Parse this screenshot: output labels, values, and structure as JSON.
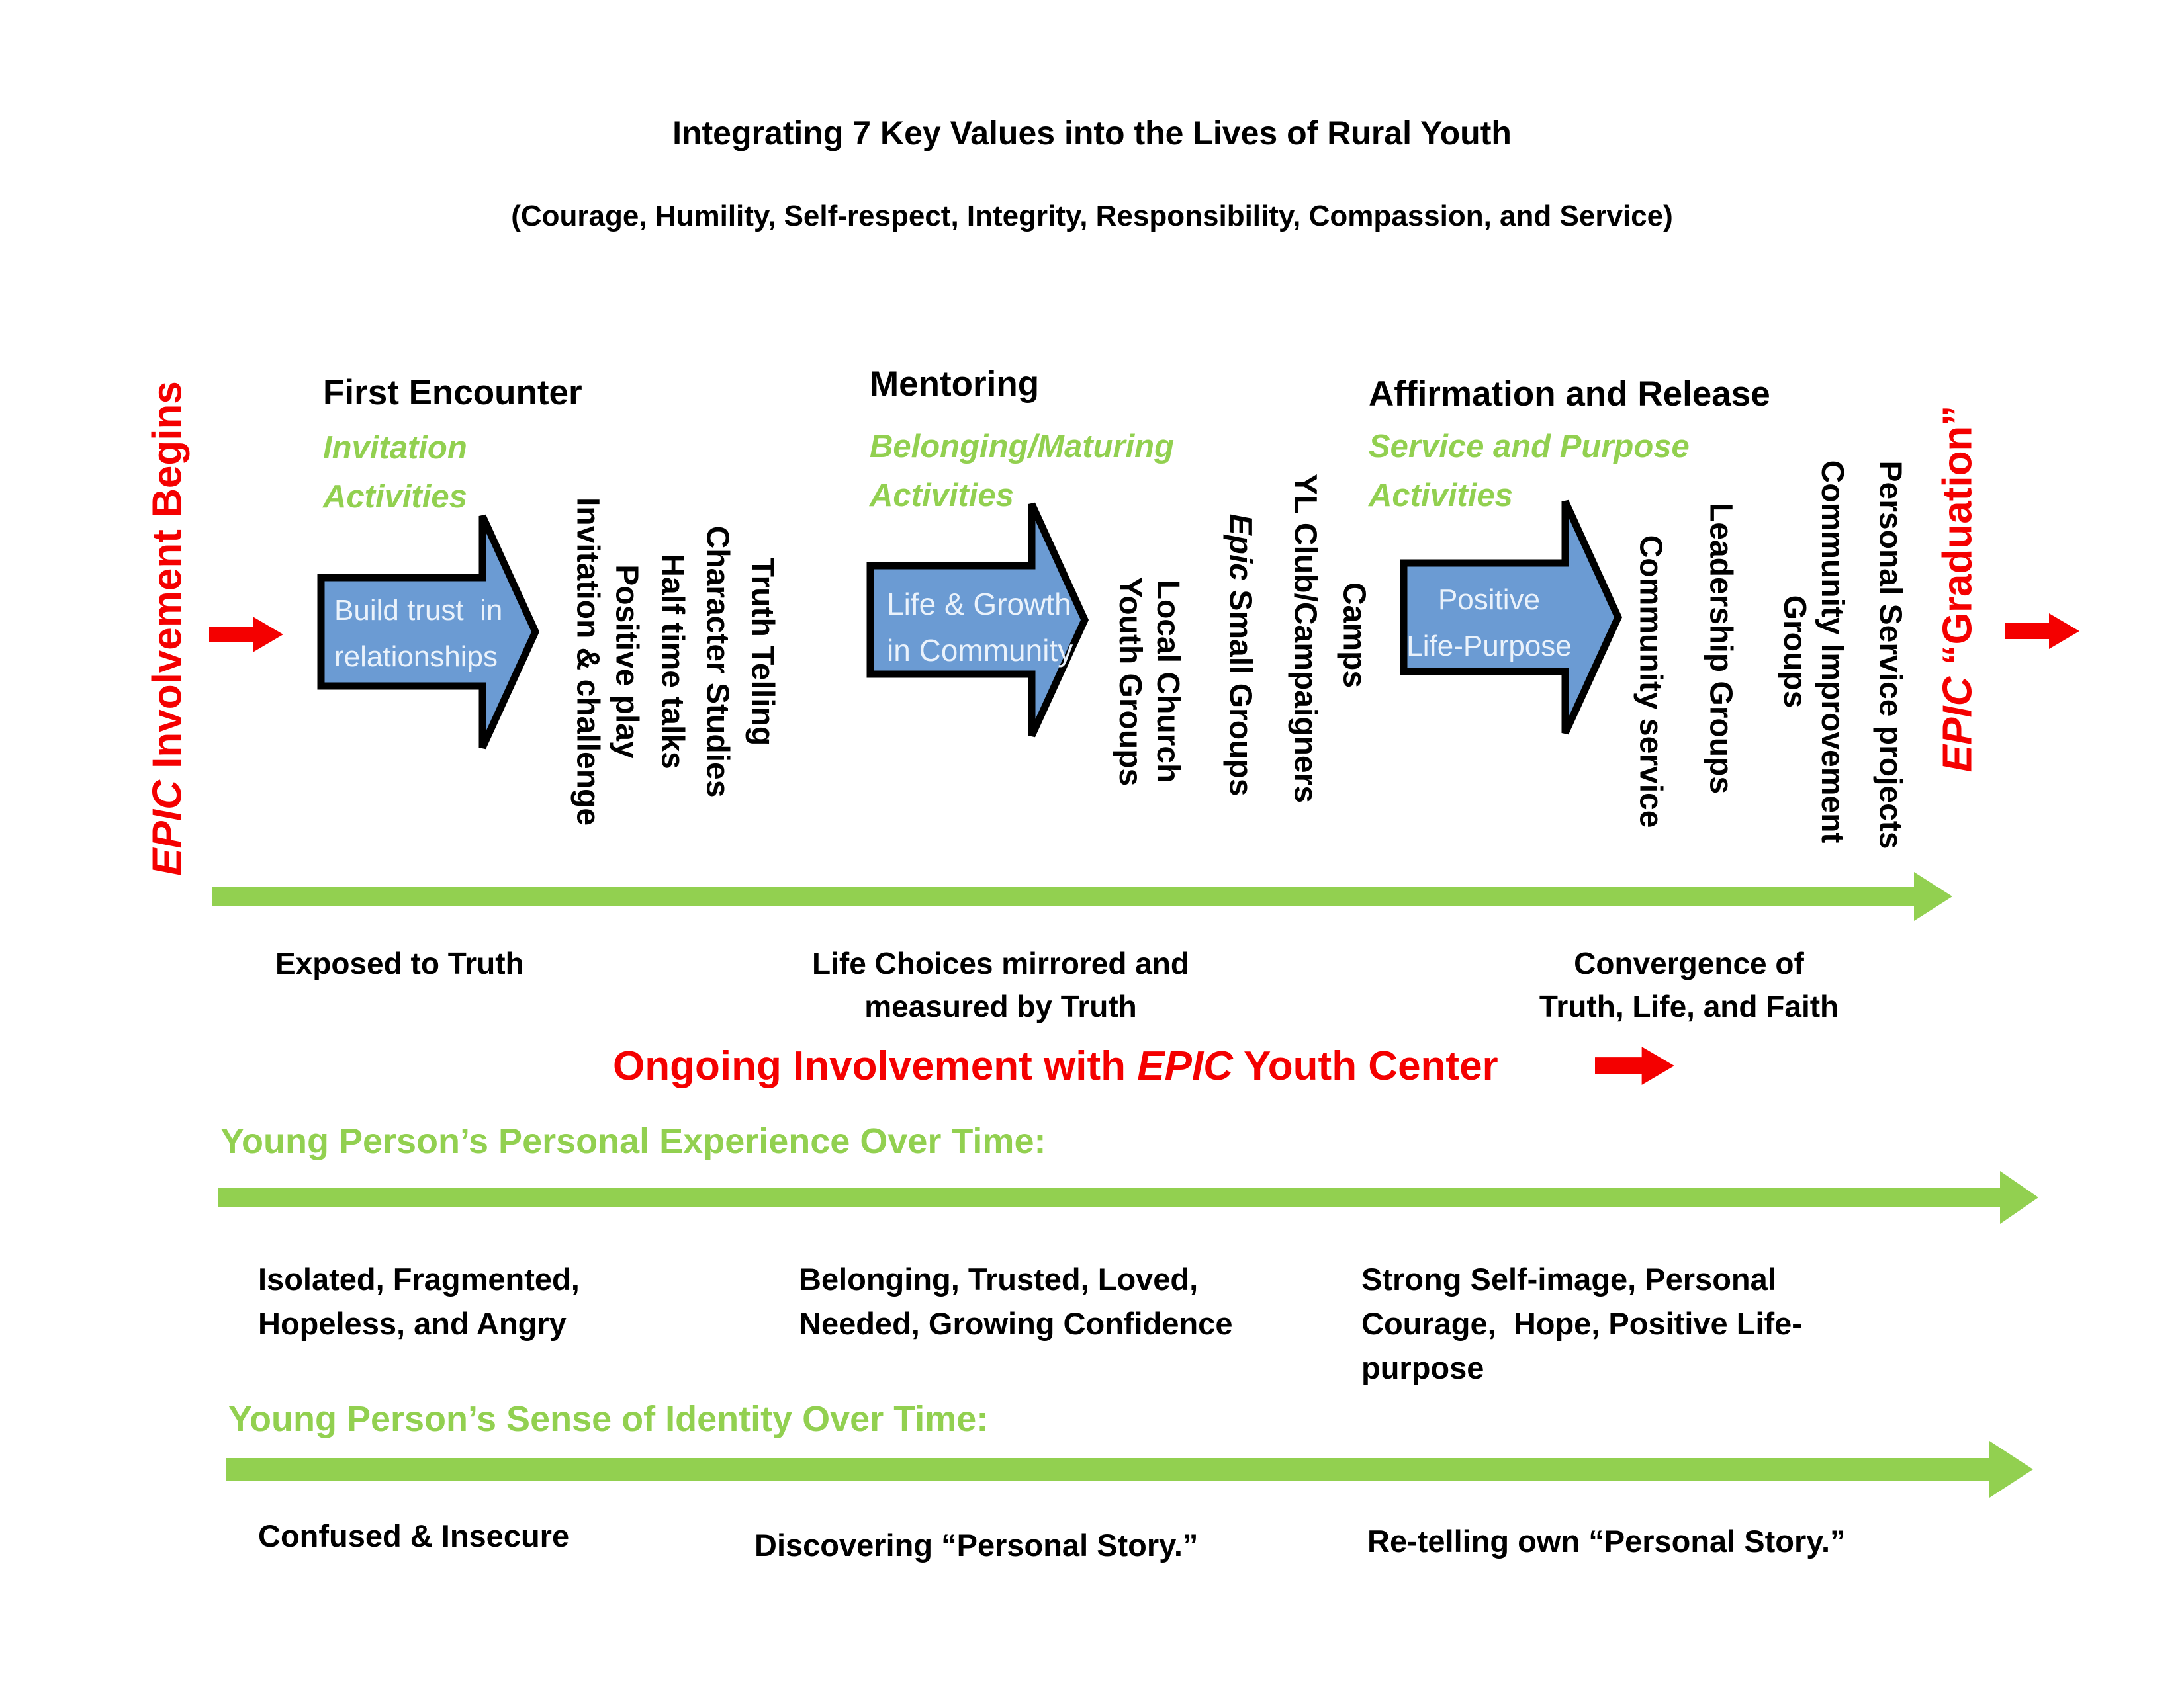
{
  "title": "Integrating 7 Key Values into the Lives of Rural Youth",
  "subtitle": "(Courage, Humility, Self-respect, Integrity, Responsibility, Compassion, and Service)",
  "colors": {
    "red": "#F40000",
    "green": "#92D050",
    "blue": "#6B9BD3",
    "blue_text": "#EAF2FB"
  },
  "markers": {
    "begin": {
      "epic": "EPIC",
      "rest": " Involvement Begins"
    },
    "graduation": {
      "epic": "EPIC",
      "rest": " “Graduation”"
    }
  },
  "sections": [
    {
      "heading": "First Encounter",
      "subheading": "Invitation\nActivities",
      "arrow_text": "Build trust  in\nrelationships",
      "labels": [
        "Invitation & challenge",
        "Positive play",
        "Half time talks",
        "Character Studies",
        "Truth Telling"
      ]
    },
    {
      "heading": "Mentoring",
      "subheading": "Belonging/Maturing\nActivities",
      "arrow_text": "Life & Growth\nin Community",
      "labels": [
        "Local Church\nYouth Groups",
        {
          "italic": "Epic",
          "rest": " Small Groups"
        },
        "YL Club/Campaigners",
        "Camps"
      ]
    },
    {
      "heading": "Affirmation and Release",
      "subheading": "Service and Purpose\nActivities",
      "arrow_text": "Positive\nLife-Purpose",
      "labels": [
        "Community service",
        "Leadership Groups",
        "Community Improvement\nGroups",
        "Personal Service projects"
      ]
    }
  ],
  "timeline": {
    "milestones": [
      "Exposed to Truth",
      "Life Choices mirrored and\nmeasured by Truth",
      "Convergence of\nTruth, Life, and Faith"
    ]
  },
  "ongoing": {
    "pre": "Ongoing Involvement with ",
    "epic": "EPIC",
    "post": " Youth Center"
  },
  "experience": {
    "heading": "Young Person’s Personal Experience Over Time:",
    "items": [
      "Isolated, Fragmented,\nHopeless, and Angry",
      "Belonging, Trusted, Loved,\nNeeded, Growing Confidence",
      "Strong Self-image, Personal\nCourage,  Hope, Positive Life-\npurpose"
    ]
  },
  "identity": {
    "heading": "Young Person’s Sense of Identity Over Time:",
    "items": [
      "Confused & Insecure",
      "Discovering “Personal Story.”",
      "Re-telling own “Personal Story.”"
    ]
  }
}
